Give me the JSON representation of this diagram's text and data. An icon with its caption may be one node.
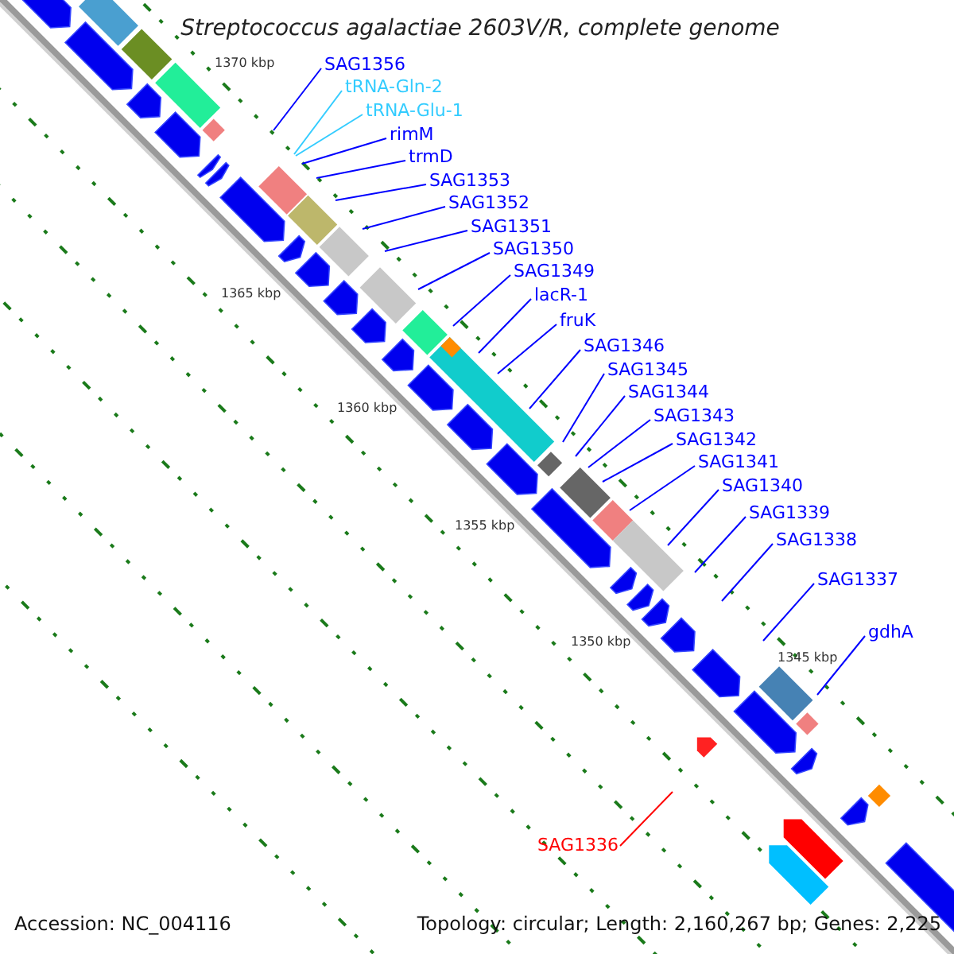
{
  "diagram": {
    "title": "Streptococcus agalactiae 2603V/R, complete genome",
    "nodes": [
      {
        "text": [
          "SAG1356"
        ]
      },
      {
        "text": [
          "tRNA-Gln-2"
        ]
      },
      {
        "text": [
          "tRNA-Glu-1"
        ]
      },
      {
        "text": [
          "rimM"
        ]
      },
      {
        "text": [
          "trmD"
        ]
      },
      {
        "text": [
          "SAG1353"
        ]
      },
      {
        "text": [
          "SAG1352"
        ]
      },
      {
        "text": [
          "SAG1351"
        ]
      },
      {
        "text": [
          "SAG1350"
        ]
      },
      {
        "text": [
          "SAG1349"
        ]
      },
      {
        "text": [
          "lacR-1"
        ]
      },
      {
        "text": [
          "fruK"
        ]
      },
      {
        "text": [
          "SAG1346"
        ]
      },
      {
        "text": [
          "SAG1345"
        ]
      },
      {
        "text": [
          "SAG1344"
        ]
      },
      {
        "text": [
          "SAG1343"
        ]
      },
      {
        "text": [
          "SAG1342"
        ]
      },
      {
        "text": [
          "SAG1341"
        ]
      },
      {
        "text": [
          "SAG1340"
        ]
      },
      {
        "text": [
          "SAG1339"
        ]
      },
      {
        "text": [
          "SAG1338"
        ]
      },
      {
        "text": [
          "SAG1337"
        ]
      },
      {
        "text": [
          "gdhA"
        ]
      },
      {
        "text": [
          "SAG1336"
        ]
      }
    ],
    "edges": [
      {
        "from": 0,
        "to": null,
        "arrow": "none"
      },
      {
        "from": 1,
        "to": null,
        "arrow": "none",
        "color": "#33ccff"
      },
      {
        "from": 2,
        "to": null,
        "arrow": "none",
        "color": "#33ccff"
      },
      {
        "from": 3,
        "to": null,
        "arrow": "none"
      },
      {
        "from": 4,
        "to": null,
        "arrow": "none"
      },
      {
        "from": 5,
        "to": null,
        "arrow": "none"
      },
      {
        "from": 6,
        "to": null,
        "arrow": "none"
      },
      {
        "from": 7,
        "to": null,
        "arrow": "none"
      },
      {
        "from": 8,
        "to": null,
        "arrow": "none"
      },
      {
        "from": 9,
        "to": null,
        "arrow": "none"
      },
      {
        "from": 10,
        "to": null,
        "arrow": "none"
      },
      {
        "from": 11,
        "to": null,
        "arrow": "none"
      },
      {
        "from": 12,
        "to": null,
        "arrow": "none"
      },
      {
        "from": 13,
        "to": null,
        "arrow": "none"
      },
      {
        "from": 14,
        "to": null,
        "arrow": "none"
      },
      {
        "from": 15,
        "to": null,
        "arrow": "none"
      },
      {
        "from": 16,
        "to": null,
        "arrow": "none"
      },
      {
        "from": 17,
        "to": null,
        "arrow": "none"
      },
      {
        "from": 18,
        "to": null,
        "arrow": "none"
      },
      {
        "from": 19,
        "to": null,
        "arrow": "none"
      },
      {
        "from": 20,
        "to": null,
        "arrow": "none"
      },
      {
        "from": 21,
        "to": null,
        "arrow": "none"
      },
      {
        "from": 22,
        "to": null,
        "arrow": "none"
      },
      {
        "from": 23,
        "to": null,
        "arrow": "none",
        "color": "#ff0000"
      }
    ],
    "labels": [
      "1370 kbp",
      "1365 kbp",
      "1360 kbp",
      "1355 kbp",
      "1350 kbp",
      "1345 kbp",
      "Accession: NC_004116",
      "Topology: circular; Length: 2,160,267 bp; Genes: 2,225"
    ]
  }
}
